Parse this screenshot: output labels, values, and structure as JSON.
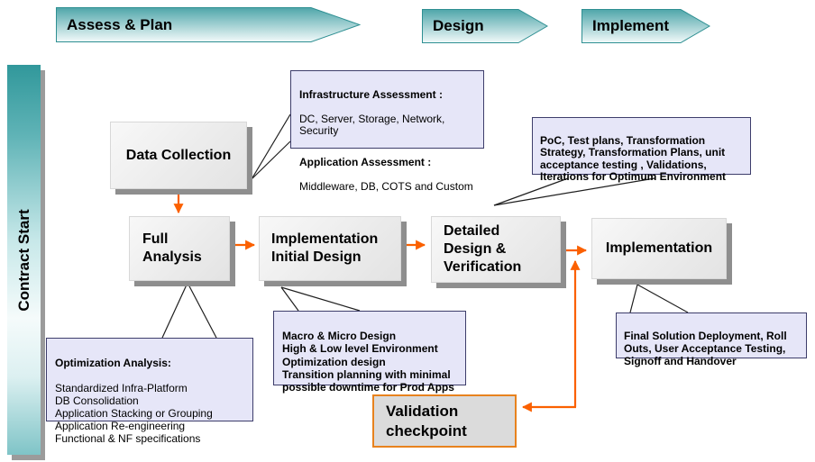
{
  "colors": {
    "accent_orange": "#FB6000",
    "teal_edge": "#2E8F92",
    "callout_bg": "#E6E6F8",
    "callout_border": "#3D3D6B",
    "box_shadow": "#8E8E8E",
    "validation_border": "#E8821E"
  },
  "banners": {
    "assess_plan": "Assess & Plan",
    "design": "Design",
    "implement": "Implement"
  },
  "sidebar": {
    "label": "Contract Start"
  },
  "flow": {
    "data_collection": {
      "label": "Data Collection"
    },
    "full_analysis": {
      "label": "Full\nAnalysis"
    },
    "implementation_initial_design": {
      "label": "Implementation\nInitial Design"
    },
    "detailed_design_verification": {
      "label": "Detailed\nDesign &\nVerification"
    },
    "implementation": {
      "label": "Implementation"
    },
    "validation_checkpoint": {
      "label": "Validation\ncheckpoint"
    }
  },
  "callouts": {
    "infrastructure": {
      "title1": "Infrastructure  Assessment :",
      "body1": "DC, Server,  Storage,  Network,\nSecurity",
      "title2": "Application  Assessment :",
      "body2": "Middleware, DB,  COTS and  Custom"
    },
    "poc": {
      "text": "PoC, Test plans, Transformation\nStrategy, Transformation  Plans, unit\nacceptance testing , Validations,\nIterations  for  Optimum Environment"
    },
    "optimization": {
      "title": "Optimization Analysis:",
      "body": "Standardized Infra-Platform\nDB Consolidation\nApplication Stacking  or  Grouping\nApplication Re-engineering\nFunctional & NF specifications"
    },
    "macro": {
      "text": "Macro & Micro  Design\nHigh &  Low level  Environment\nOptimization  design\nTransition planning  with minimal\npossible downtime   for Prod   Apps"
    },
    "final": {
      "text": "Final  Solution Deployment,  Roll\nOuts,  User  Acceptance  Testing,\nSignoff and  Handover"
    }
  }
}
